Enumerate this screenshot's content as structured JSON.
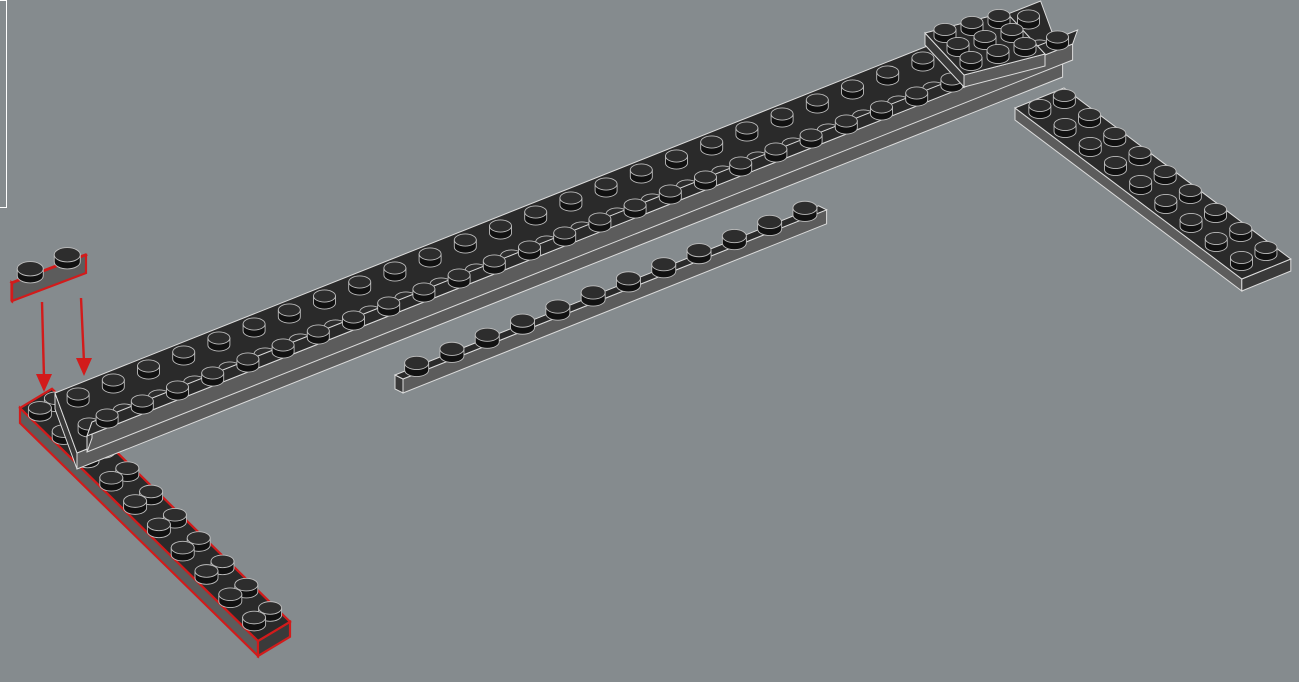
{
  "scene": {
    "background_color": "#858b8e",
    "plate_color": "#2a2a2a",
    "plate_side_color": "#5c5c5c",
    "plate_dark_side_color": "#3a3a3a",
    "outline_color": "#dcdcdc",
    "highlight_color": "#d21b1b"
  },
  "pieces": [
    {
      "name": "long-top-plate",
      "description_icon": "brick-plate-icon"
    },
    {
      "name": "back-upper-step-plate",
      "description_icon": "brick-plate-icon"
    },
    {
      "name": "right-leg-plate",
      "description_icon": "brick-plate-icon"
    },
    {
      "name": "middle-under-plate",
      "description_icon": "brick-plate-icon"
    },
    {
      "name": "left-leg-plate-highlighted",
      "description_icon": "brick-plate-icon"
    },
    {
      "name": "new-1x2-plate-highlighted",
      "description_icon": "brick-plate-icon"
    }
  ]
}
